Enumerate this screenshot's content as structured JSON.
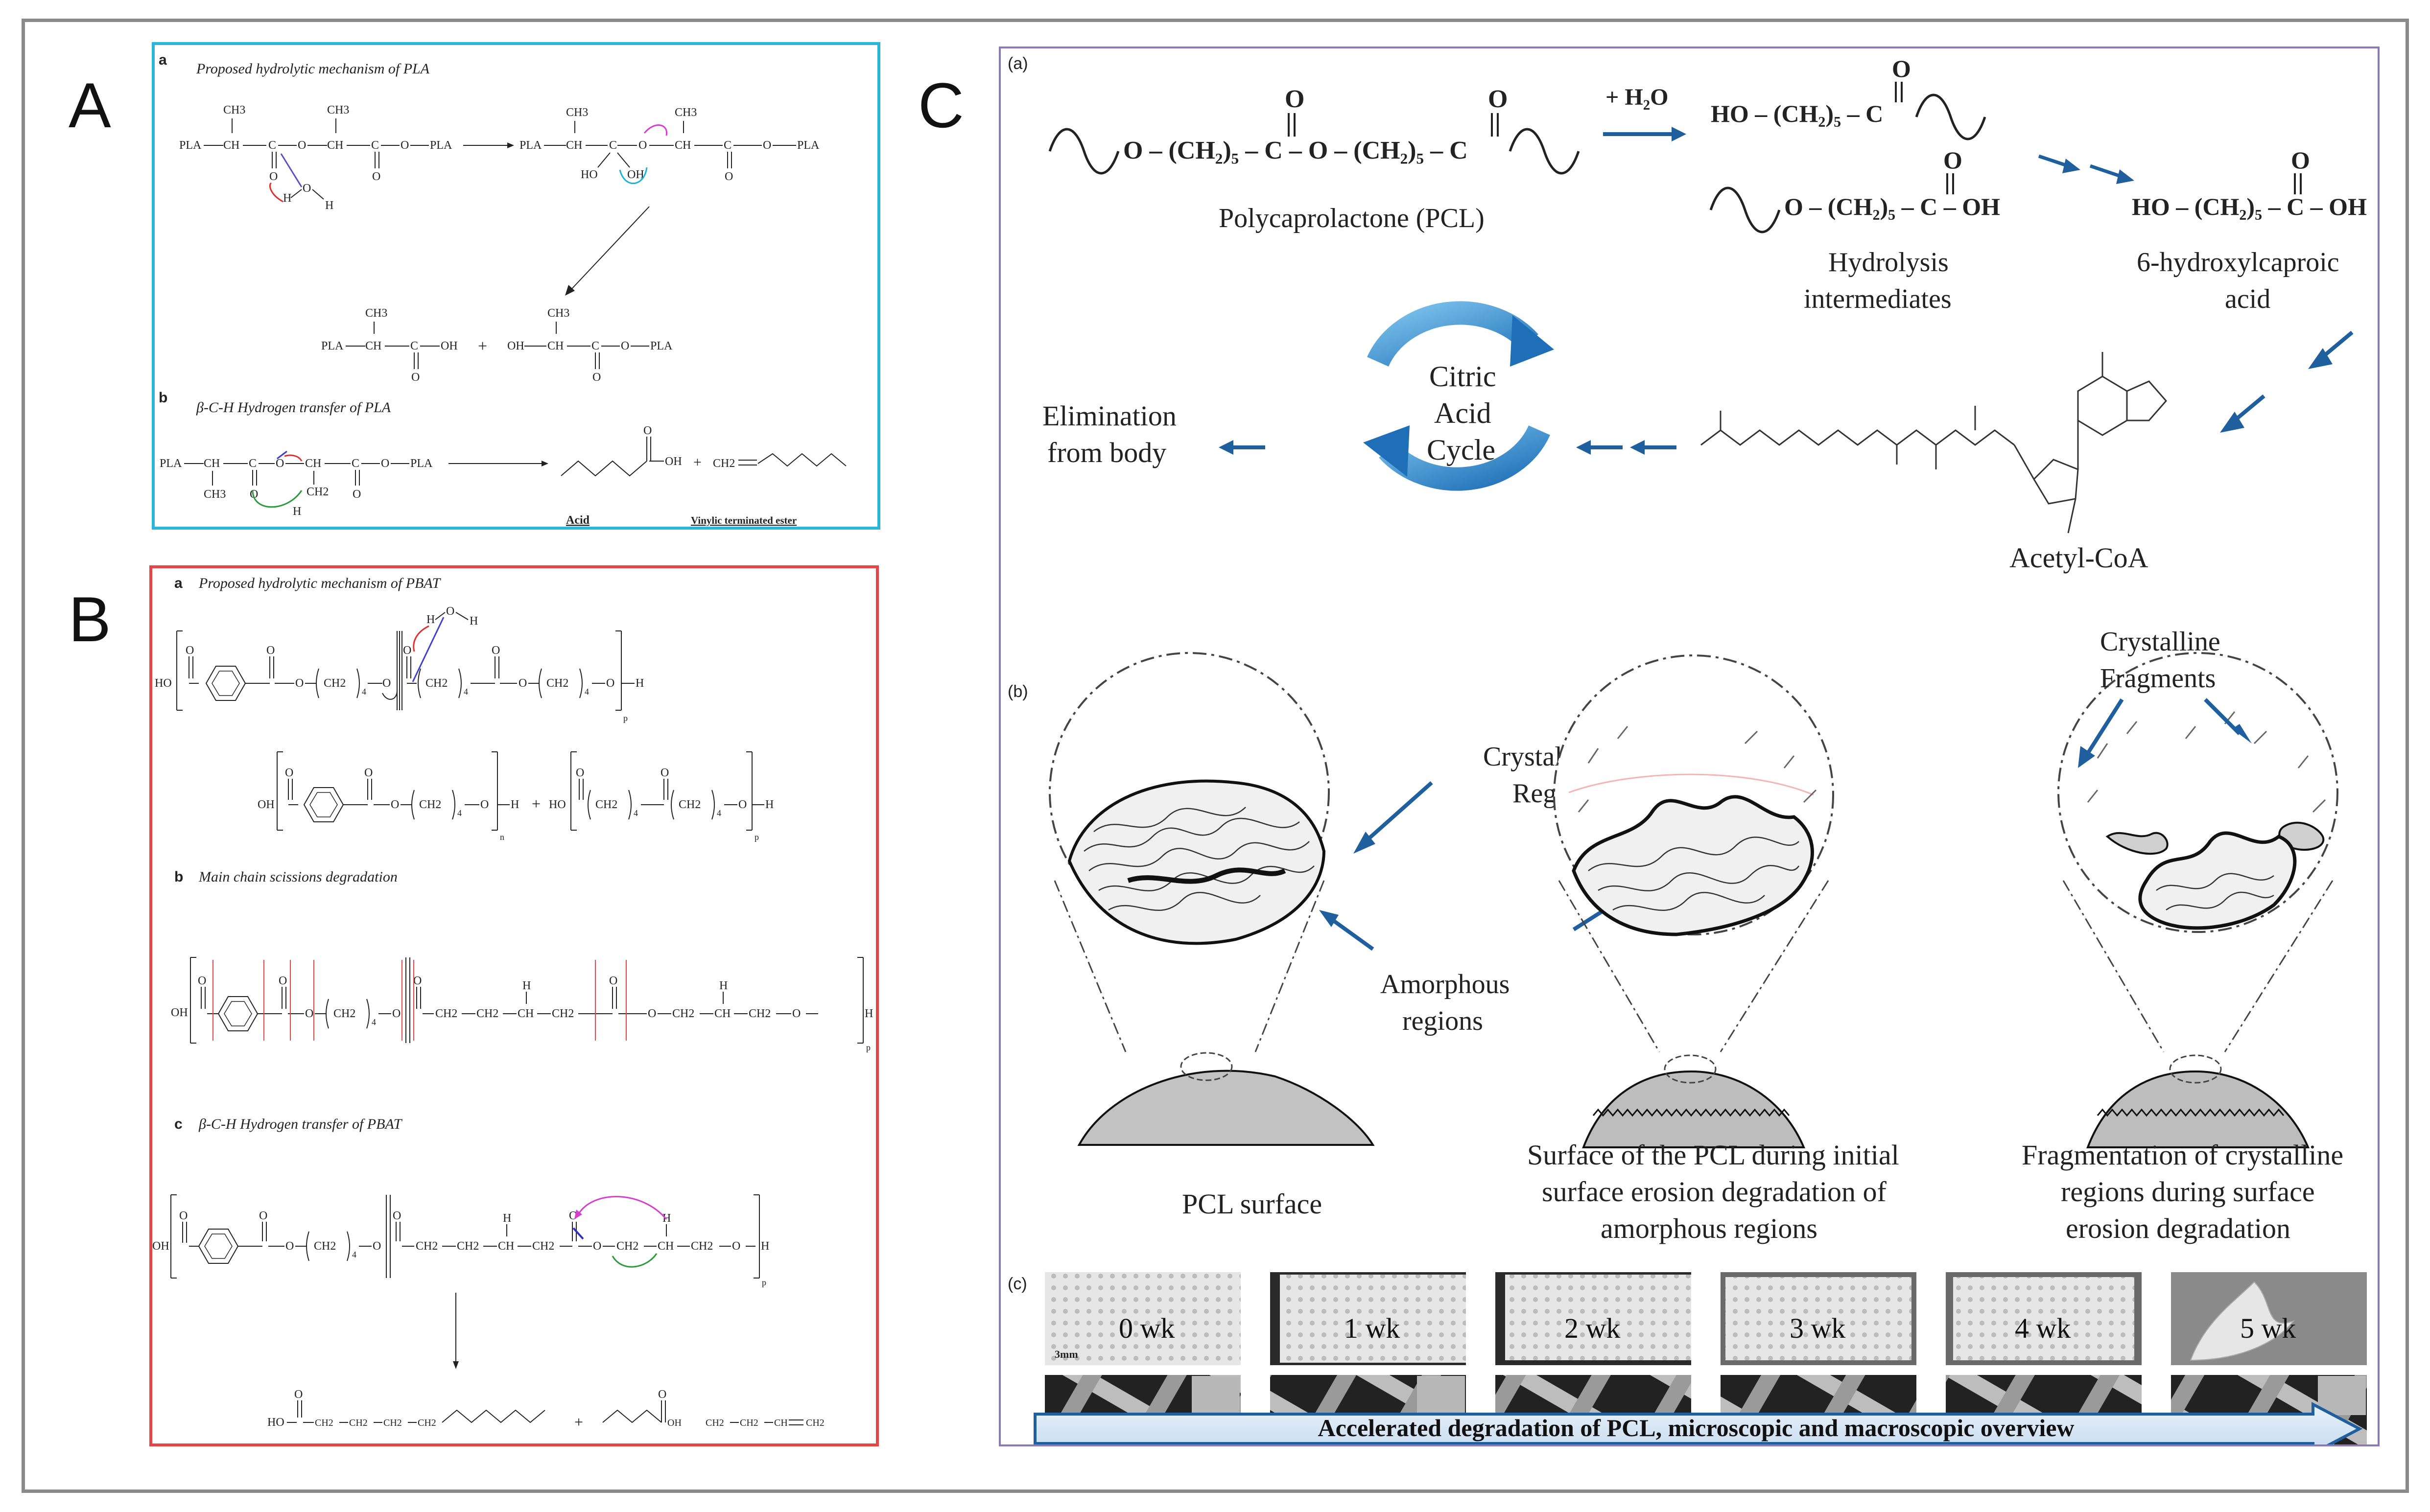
{
  "letters": {
    "a": "A",
    "b": "B",
    "c": "C"
  },
  "panelA": {
    "a_label": "a",
    "a_title": "Proposed hydrolytic mechanism of PLA",
    "b_label": "b",
    "b_title": "β-C-H Hydrogen transfer of PLA",
    "t_pla": "PLA",
    "t_ch": "CH",
    "t_ch3": "CH3",
    "t_c": "C",
    "t_o": "O",
    "t_h": "H",
    "t_oh": "OH",
    "t_ho": "HO",
    "t_ch2": "CH2",
    "t_plus": "+",
    "acid_label": "Acid",
    "vinyl_label": "Vinylic terminated ester"
  },
  "panelB": {
    "a_label": "a",
    "a_title": "Proposed hydrolytic mechanism of PBAT",
    "b_label": "b",
    "b_title": "Main chain scissions degradation",
    "c_label": "c",
    "c_title": "β-C-H Hydrogen transfer of PBAT",
    "t_ho": "HO",
    "t_oh": "OH",
    "t_o": "O",
    "t_h": "H",
    "t_ch2": "CH2",
    "t_ch": "CH",
    "t_4": "4",
    "t_p": "p",
    "t_n": "n",
    "t_plus": "+"
  },
  "panelC": {
    "a_label": "(a)",
    "b_label": "(b)",
    "c_label": "(c)",
    "pcl_chain_left": "O – (CH₂)₅ – C – O – (CH₂)₅ – C",
    "o_letter": "O",
    "plus_h2o": "+ H₂O",
    "int1": "HO – (CH₂)₅ – C",
    "int2": "O – (CH₂)₅ – C – OH",
    "acid_formula": "HO – (CH₂)₅ – C – OH",
    "pcl_name": "Polycaprolactone (PCL)",
    "hydro_line1": "Hydrolysis",
    "hydro_line2": "intermediates",
    "acid_line1": "6-hydroxylcaproic",
    "acid_line2": "acid",
    "cycle_line1": "Citric",
    "cycle_line2": "Acid",
    "cycle_line3": "Cycle",
    "elim_line1": "Elimination",
    "elim_line2": "from body",
    "acetyl": "Acetyl-CoA",
    "cryst_regions_1": "Crystalline",
    "cryst_regions_2": "Regions",
    "amorph_1": "Amorphous",
    "amorph_2": "regions",
    "cryst_frag_1": "Crystalline",
    "cryst_frag_2": "Fragments",
    "cap1": "PCL surface",
    "cap2_1": "Surface of the PCL during initial",
    "cap2_2": "surface erosion degradation of",
    "cap2_3": "amorphous regions",
    "cap3_1": "Fragmentation of crystalline",
    "cap3_2": "regions during surface",
    "cap3_3": "erosion degradation",
    "scale": "3mm",
    "weeks": [
      "0 wk",
      "1 wk",
      "2 wk",
      "3 wk",
      "4 wk",
      "5 wk"
    ],
    "arrow_text": "Accelerated degradation of PCL, microscopic and macroscopic overview"
  },
  "colors": {
    "panelA_border": "#2bb5d8",
    "panelB_border": "#e24646",
    "panelC_border": "#8c7ab8",
    "arrow_blue": "#1f5f9e",
    "arrow_fill": "#d7e6f3"
  }
}
